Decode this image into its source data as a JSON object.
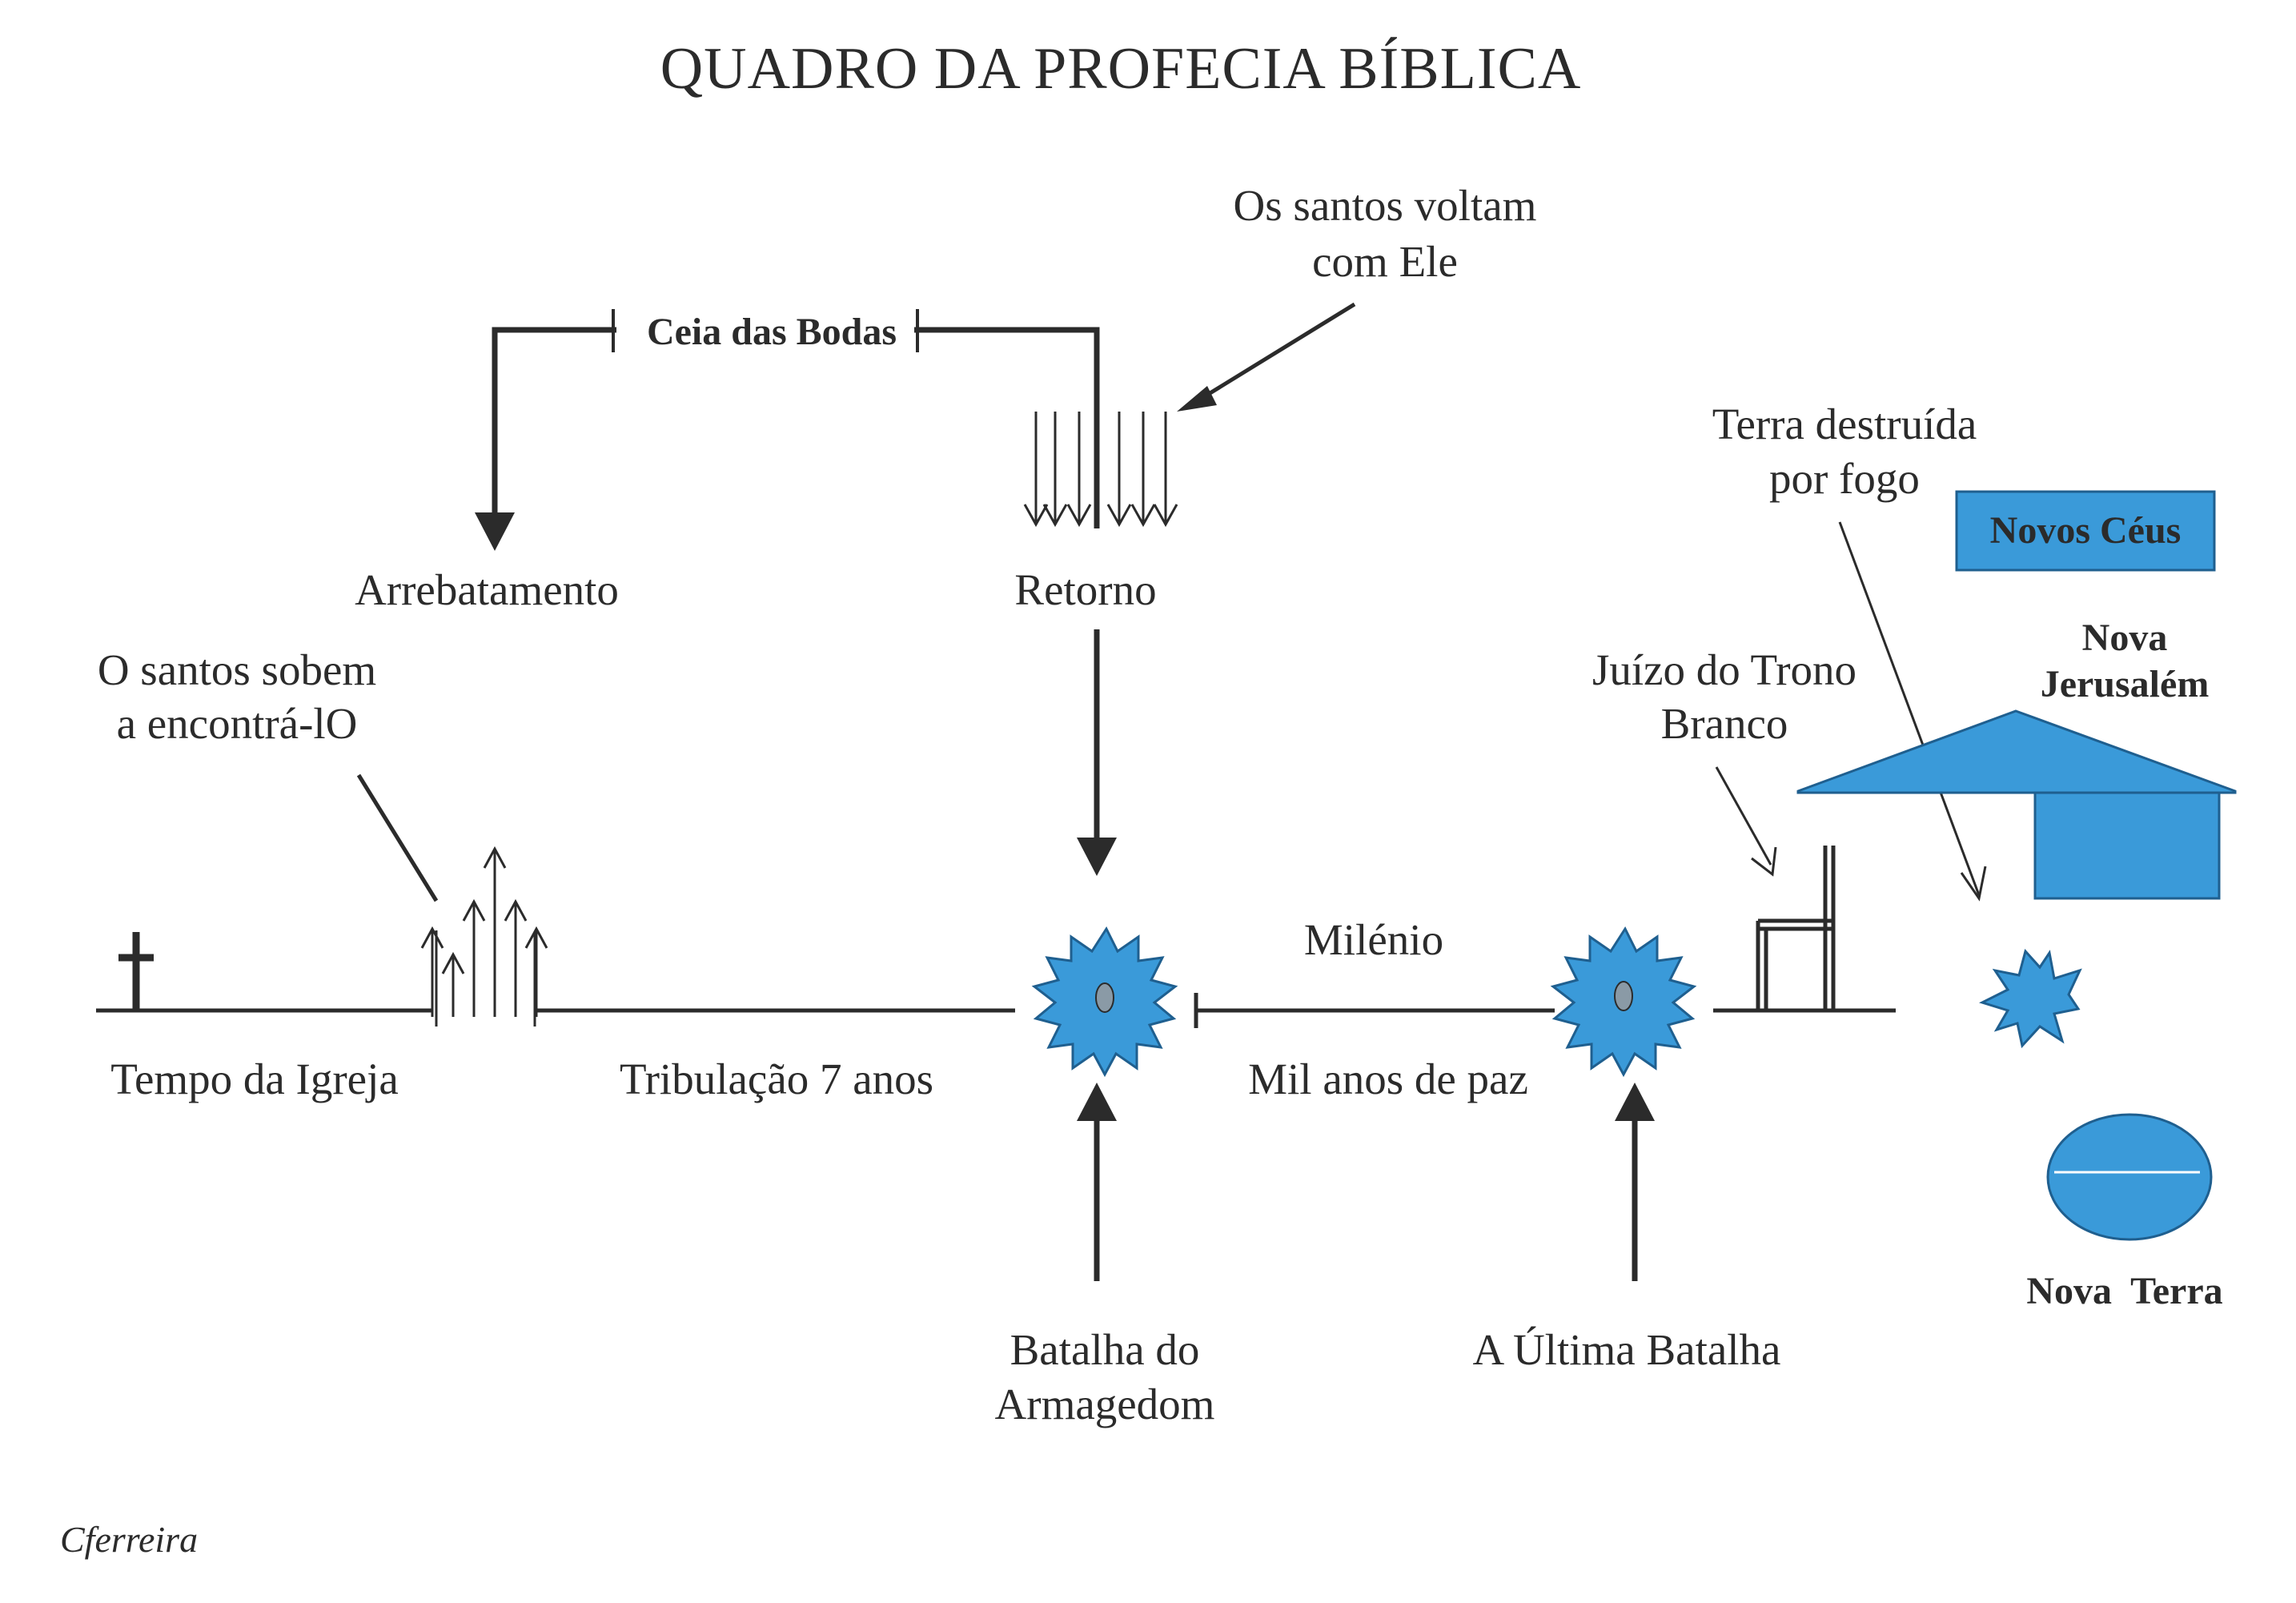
{
  "title": "QUADRO DA PROFECIA BÍBLICA",
  "labels": {
    "santos_voltam_1": "Os santos voltam",
    "santos_voltam_2": "com Ele",
    "ceia": "Ceia das Bodas",
    "arrebatamento": "Arrebatamento",
    "retorno": "Retorno",
    "terra_destruida_1": "Terra destruída",
    "terra_destruida_2": "por fogo",
    "novos_ceus": "Novos Céus",
    "nova_jerusalem_1": "Nova",
    "nova_jerusalem_2": "Jerusalém",
    "santos_sobem_1": "O santos sobem",
    "santos_sobem_2": "a encontrá-lO",
    "juizo_1": "Juízo do Trono",
    "juizo_2": "Branco",
    "milenio": "Milénio",
    "tempo_igreja": "Tempo da Igreja",
    "tribulacao": "Tribulação 7 anos",
    "mil_anos": "Mil anos de paz",
    "armagedom_1": "Batalha do",
    "armagedom_2": "Armagedom",
    "ultima_batalha": "A Última Batalha",
    "nova_terra": "Nova  Terra",
    "signature": "Cferreira"
  },
  "colors": {
    "ink": "#2b2b2b",
    "blue_fill": "#3a9ad9",
    "blue_stroke": "#1f5f8f"
  }
}
